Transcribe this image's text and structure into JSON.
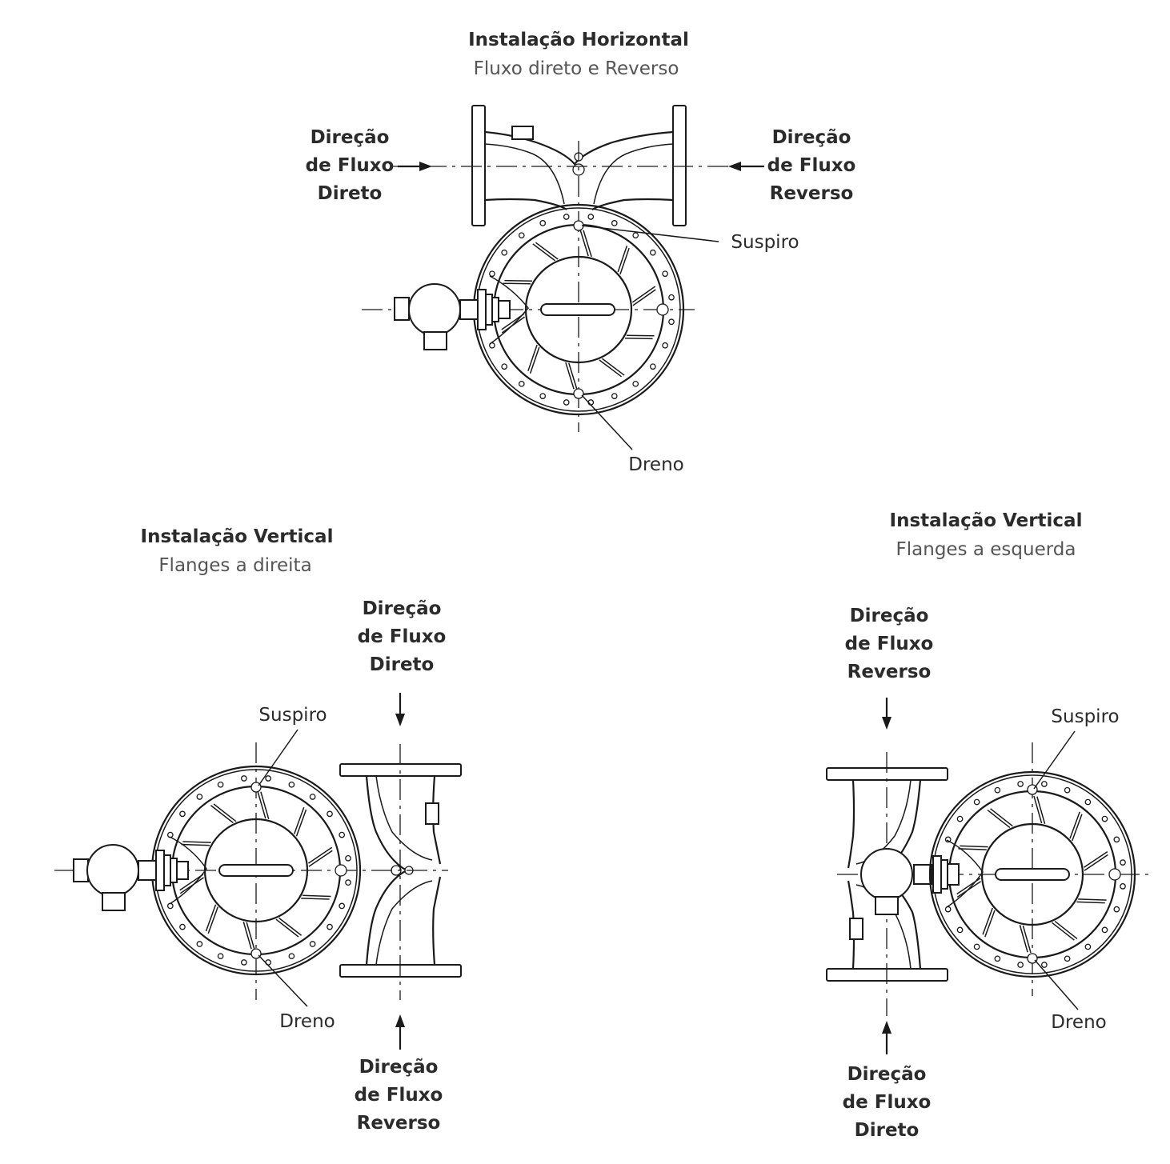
{
  "horizontal": {
    "title": "Instalação Horizontal",
    "subtitle": "Fluxo direto e Reverso",
    "left_flow": [
      "Direção",
      "de Fluxo",
      "Direto"
    ],
    "right_flow": [
      "Direção",
      "de Fluxo",
      "Reverso"
    ],
    "vent": "Suspiro",
    "drain": "Dreno"
  },
  "vertical_right": {
    "title": "Instalação Vertical",
    "subtitle": "Flanges a direita",
    "top_flow": [
      "Direção",
      "de Fluxo",
      "Direto"
    ],
    "bottom_flow": [
      "Direção",
      "de Fluxo",
      "Reverso"
    ],
    "vent": "Suspiro",
    "drain": "Dreno"
  },
  "vertical_left": {
    "title": "Instalação Vertical",
    "subtitle": "Flanges a esquerda",
    "top_flow": [
      "Direção",
      "de Fluxo",
      "Reverso"
    ],
    "bottom_flow": [
      "Direção",
      "de Fluxo",
      "Direto"
    ],
    "vent": "Suspiro",
    "drain": "Dreno"
  }
}
